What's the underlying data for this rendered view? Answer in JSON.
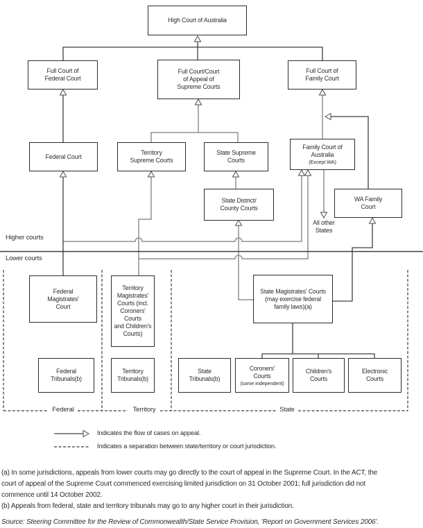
{
  "figure": {
    "boxes": {
      "high_court": "High Court of Australia",
      "full_federal": "Full Court of\nFederal Court",
      "full_appeal": "Full Court/Court\nof Appeal of\nSupreme Courts",
      "full_family": "Full Court of\nFamily Court",
      "federal_court": "Federal Court",
      "territory_supreme": "Territory\nSupreme Courts",
      "state_supreme": "State Supreme\nCourts",
      "family_aus": "Family Court of\nAustralia",
      "family_aus_note": "(Except WA)",
      "state_district": "State District/\nCounty Courts",
      "wa_family": "WA Family\nCourt",
      "federal_mag": "Federal\nMagistrates'\nCourt",
      "territory_mag": "Territory\nMagistrates'\nCourts (incl.\nCoroners' Courts\nand Children's\nCourts)",
      "state_mag": "State Magistrates' Courts\n(may exercise federal\nfamily laws)(a)",
      "federal_trib": "Federal\nTribunals(b)",
      "territory_trib": "Territory\nTribunals(b)",
      "state_trib": "State\nTribunals(b)",
      "coroners": "Coroners'\nCourts",
      "coroners_note": "(some independent)",
      "childrens": "Children's\nCourts",
      "electronic": "Electronic\nCourts"
    },
    "side_labels": {
      "higher_courts": "Higher courts",
      "lower_courts": "Lower courts",
      "all_other_states": "All other\nStates"
    },
    "jurisdiction_labels": {
      "federal": "Federal",
      "territory": "Territory",
      "state": "State"
    },
    "legend": {
      "flow_arrow": "Indicates the flow of cases on appeal.",
      "separation_dash": "Indicates a separation between state/territory or court jurisdiction."
    },
    "footnotes": {
      "a": "(a) In some jurisdictions, appeals from lower courts may go directly to the court of appeal in the Supreme Court. In the ACT, the\ncourt of appeal of the Supreme Court commenced exercising limited jurisdiction on 31 October 2001; full jurisdiction did not\ncommence until 14 October 2002.",
      "b": "(b) Appeals from federal, state and territory tribunals may go to any higher court in their jurisdiction."
    },
    "source": "Source: Steering Committee for the Review of Commonwealth/State Service Provision, 'Report on Government Services 2006'.",
    "colors": {
      "line_dark": "#3d3d3d",
      "line_gray": "#8f8f8f",
      "box_border": "#2b2b2b",
      "text": "#2b2b2b"
    }
  }
}
